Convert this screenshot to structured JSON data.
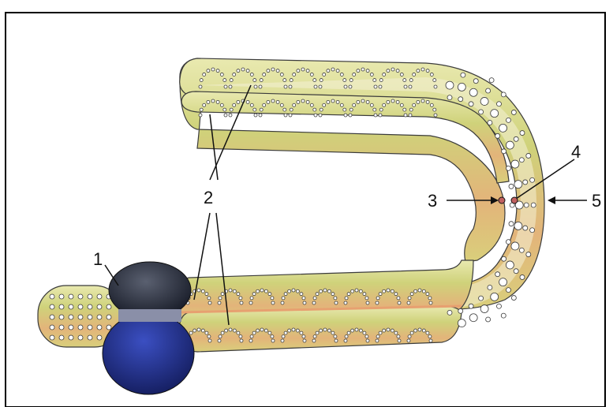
{
  "figure": {
    "labels": [
      {
        "id": "1",
        "text": "1"
      },
      {
        "id": "2",
        "text": "2"
      },
      {
        "id": "3",
        "text": "3"
      },
      {
        "id": "4",
        "text": "4"
      },
      {
        "id": "5",
        "text": "5"
      }
    ]
  },
  "colors": {
    "tube_outer": "#cfd27a",
    "tube_inner": "#f4f1d6",
    "tube_band": "#e7a070",
    "node_dark": "#1f2330",
    "node_blue": "#1b2a86",
    "bead": "#ffffff",
    "bead_stroke": "#3b3b3b",
    "frame": "#000000"
  }
}
